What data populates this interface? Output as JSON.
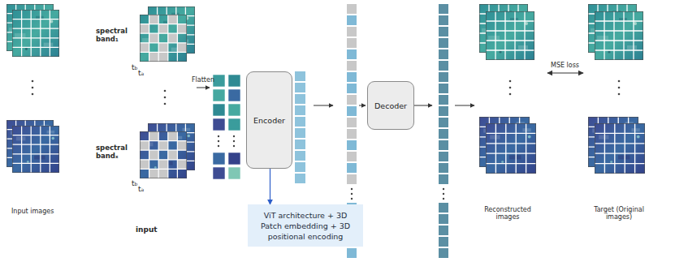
{
  "diagram": {
    "nodes": [
      {
        "text": [
          "Encoder"
        ]
      },
      {
        "text": [
          "Decoder"
        ]
      },
      {
        "text": [
          "ViT architecture + 3D Patch embedding + 3D positional encoding"
        ]
      }
    ],
    "edges": [
      {
        "from": 0,
        "to": 2,
        "arrow": "to"
      }
    ],
    "labels": [
      "Input images",
      "spectral band₁",
      "tb",
      "ta",
      "spectral bandₓ",
      "tb",
      "ta",
      "input",
      "Flatten",
      "Reconstructed images",
      "MSE loss",
      "Target (Original images)"
    ]
  }
}
